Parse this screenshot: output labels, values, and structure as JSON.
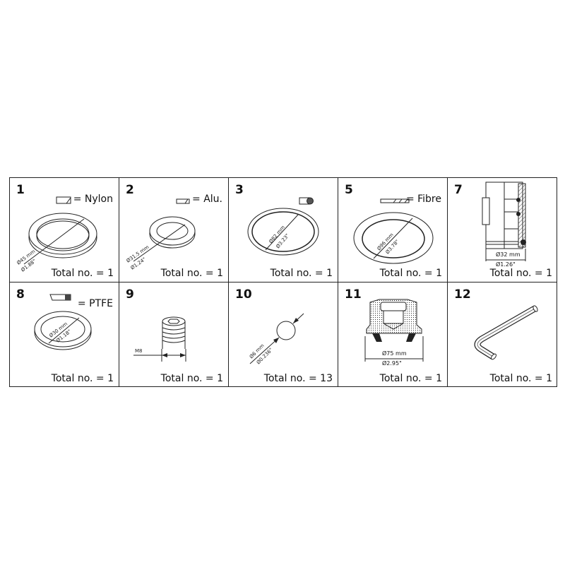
{
  "parts": [
    {
      "number": "1",
      "material": "= Nylon",
      "dims": [
        "Ø45 mm",
        "Ø1.88\""
      ],
      "total": "Total no. = 1"
    },
    {
      "number": "2",
      "material": "= Alu.",
      "dims": [
        "Ø31.5 mm",
        "Ø1.24\""
      ],
      "total": "Total no. = 1"
    },
    {
      "number": "3",
      "material": "",
      "dims": [
        "Ø82 mm",
        "Ø3.23\""
      ],
      "total": "Total no. = 1"
    },
    {
      "number": "5",
      "material": "= Fibre",
      "dims": [
        "Ø96 mm",
        "Ø3.78\""
      ],
      "total": "Total no. = 1"
    },
    {
      "number": "7",
      "material": "",
      "dims": [
        "Ø32 mm",
        "Ø1.26\""
      ],
      "total": "Total no. = 1"
    },
    {
      "number": "8",
      "material": "= PTFE",
      "dims": [
        "Ø30 mm",
        "Ø1.18\""
      ],
      "total": "Total no. = 1"
    },
    {
      "number": "9",
      "material": "",
      "dims": [
        "M8"
      ],
      "total": "Total no. = 1"
    },
    {
      "number": "10",
      "material": "",
      "dims": [
        "Ø6 mm",
        "Ø0.236\""
      ],
      "total": "Total no. = 13"
    },
    {
      "number": "11",
      "material": "",
      "dims": [
        "Ø75 mm",
        "Ø2.95\""
      ],
      "total": "Total no. = 1"
    },
    {
      "number": "12",
      "material": "",
      "dims": [],
      "total": "Total no. = 1"
    }
  ]
}
